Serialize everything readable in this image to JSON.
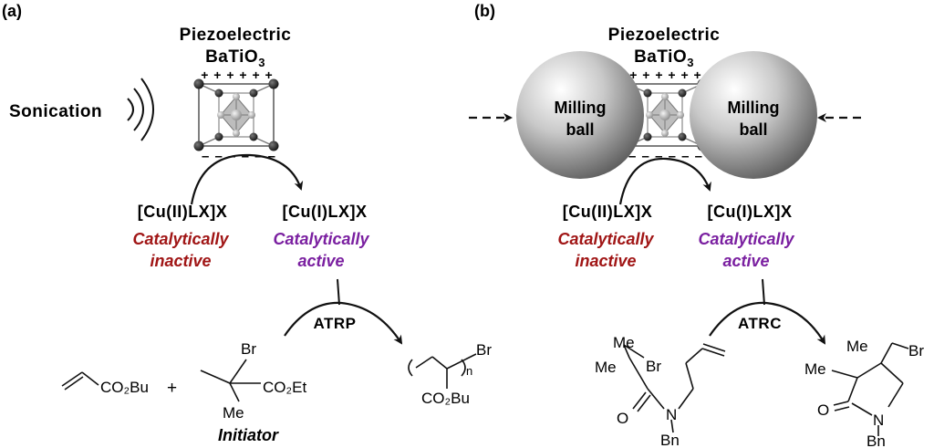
{
  "colors": {
    "inactive": "#a01515",
    "active": "#7a1fa0",
    "ink": "#111111"
  },
  "panel_a": {
    "label": "(a)",
    "title_line1": "Piezoelectric",
    "title_line2_main": "BaTiO",
    "title_line2_sub": "3",
    "plus_row": "+ + + + + +",
    "minus_row": "– – – – – –",
    "sonication": "Sonication",
    "cu2": "[Cu(II)LX]X",
    "cu1": "[Cu(I)LX]X",
    "inactive_line1": "Catalytically",
    "inactive_line2": "inactive",
    "active_line1": "Catalytically",
    "active_line2": "active",
    "reaction": "ATRP",
    "monomer_group": "CO₂Bu",
    "plus": "+",
    "initiator_br": "Br",
    "initiator_me": "Me",
    "initiator_ester": "CO₂Et",
    "initiator_label": "Initiator",
    "polymer_br": "Br",
    "polymer_n": "n",
    "polymer_group": "CO₂Bu"
  },
  "panel_b": {
    "label": "(b)",
    "title_line1": "Piezoelectric",
    "title_line2_main": "BaTiO",
    "title_line2_sub": "3",
    "plus_row": "+ + + + + +",
    "minus_row": "– – – – – –",
    "ball_line1": "Milling",
    "ball_line2": "ball",
    "cu2": "[Cu(II)LX]X",
    "cu1": "[Cu(I)LX]X",
    "inactive_line1": "Catalytically",
    "inactive_line2": "inactive",
    "active_line1": "Catalytically",
    "active_line2": "active",
    "reaction": "ATRC",
    "sm_me": "Me",
    "sm_br": "Br",
    "sm_o": "O",
    "sm_n": "N",
    "sm_bn": "Bn",
    "pr_me": "Me",
    "pr_br": "Br",
    "pr_o": "O",
    "pr_n": "N",
    "pr_bn": "Bn"
  }
}
